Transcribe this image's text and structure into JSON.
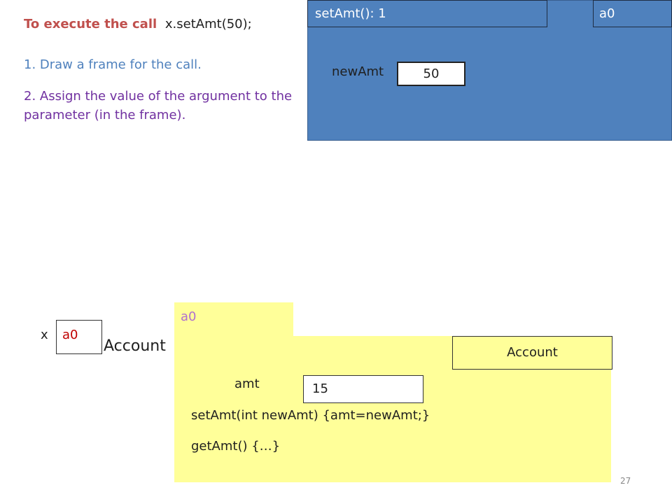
{
  "instructions": {
    "call_label": "To execute the call",
    "call_code": "x.setAmt(50);",
    "step1": "1. Draw a frame for the call.",
    "step2": "2. Assign the value of the argument to the parameter (in the frame)."
  },
  "frame": {
    "name": "setAmt(): 1",
    "scope": "a0",
    "param_name": "newAmt",
    "param_value": "50"
  },
  "object": {
    "name": "a0",
    "class_name": "Account",
    "field_name": "amt",
    "field_value": "15",
    "methods": [
      "setAmt(int newAmt) {amt=newAmt;}",
      "getAmt() {…}"
    ]
  },
  "variable": {
    "name": "x",
    "value": "a0",
    "type": "Account"
  },
  "slide_number": "27",
  "colors": {
    "frame_fill": "#4f81bd",
    "object_fill": "#ffff99",
    "call_label": "#c0504d",
    "step1": "#4f81bd",
    "step2": "#7030a0",
    "object_name": "#b070d0",
    "variable_value": "#c00000"
  }
}
